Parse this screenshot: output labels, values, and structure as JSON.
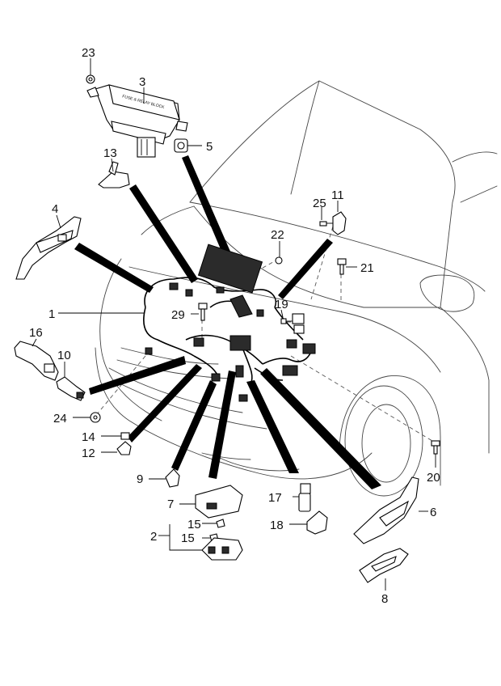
{
  "callouts": [
    {
      "id": "23",
      "label": "23"
    },
    {
      "id": "3",
      "label": "3"
    },
    {
      "id": "5",
      "label": "5"
    },
    {
      "id": "13",
      "label": "13"
    },
    {
      "id": "25",
      "label": "25"
    },
    {
      "id": "11",
      "label": "11"
    },
    {
      "id": "4",
      "label": "4"
    },
    {
      "id": "22",
      "label": "22"
    },
    {
      "id": "21",
      "label": "21"
    },
    {
      "id": "1",
      "label": "1"
    },
    {
      "id": "29",
      "label": "29"
    },
    {
      "id": "19",
      "label": "19"
    },
    {
      "id": "16",
      "label": "16"
    },
    {
      "id": "10",
      "label": "10"
    },
    {
      "id": "24",
      "label": "24"
    },
    {
      "id": "14",
      "label": "14"
    },
    {
      "id": "12",
      "label": "12"
    },
    {
      "id": "20",
      "label": "20"
    },
    {
      "id": "9",
      "label": "9"
    },
    {
      "id": "7",
      "label": "7"
    },
    {
      "id": "17",
      "label": "17"
    },
    {
      "id": "6",
      "label": "6"
    },
    {
      "id": "15a",
      "label": "15"
    },
    {
      "id": "2",
      "label": "2"
    },
    {
      "id": "15b",
      "label": "15"
    },
    {
      "id": "18",
      "label": "18"
    },
    {
      "id": "8",
      "label": "8"
    }
  ],
  "relay_box_text": "FUSE & RELAY BLOCK"
}
